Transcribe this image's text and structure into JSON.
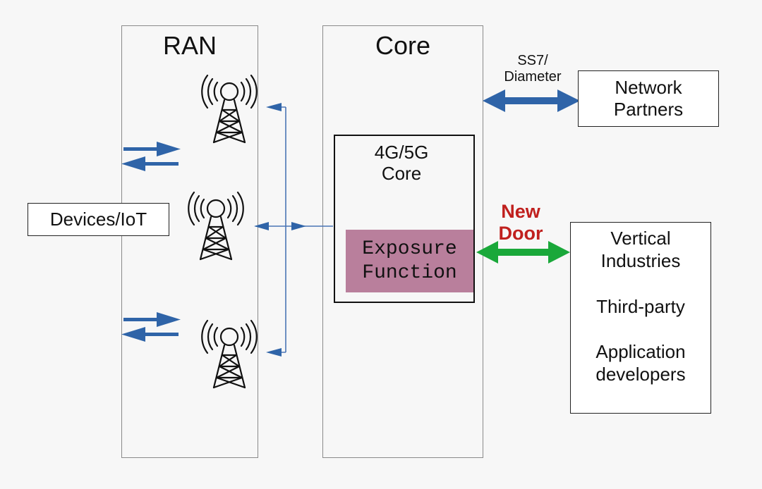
{
  "ran": {
    "title": "RAN"
  },
  "core": {
    "title": "Core",
    "inner_title": "4G/5G Core",
    "exposure_label": "Exposure Function",
    "exposure_color": "#b97f9c"
  },
  "devices": {
    "label": "Devices/IoT"
  },
  "ss7": {
    "label": "SS7/ Diameter"
  },
  "network_partners": {
    "label": "Network Partners"
  },
  "new_door": {
    "label": "New Door",
    "color": "#c0201e"
  },
  "vertical": {
    "line1": "Vertical Industries",
    "line2": "Third-party",
    "line3": "Application developers"
  },
  "colors": {
    "blue_arrow": "#2f64a8",
    "green_arrow": "#1aa83a",
    "thin_line": "#4a75b5"
  },
  "icons": [
    "cell-tower-icon",
    "cell-tower-icon",
    "cell-tower-icon"
  ]
}
